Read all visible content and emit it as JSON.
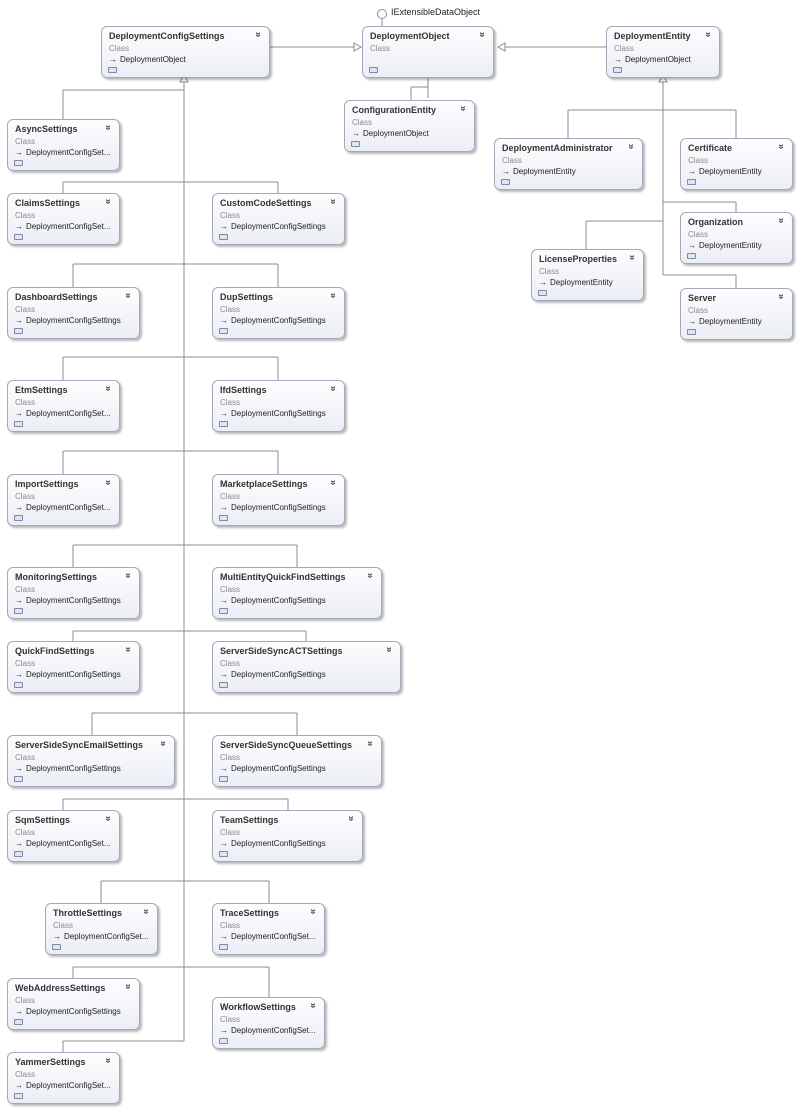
{
  "interface_label": "IExtensibleDataObject",
  "type_label": "Class",
  "classes": [
    {
      "name": "DeploymentConfigSettings",
      "base": "DeploymentObject"
    },
    {
      "name": "DeploymentObject",
      "base": ""
    },
    {
      "name": "DeploymentEntity",
      "base": "DeploymentObject"
    },
    {
      "name": "ConfigurationEntity",
      "base": "DeploymentObject"
    },
    {
      "name": "DeploymentAdministrator",
      "base": "DeploymentEntity"
    },
    {
      "name": "Certificate",
      "base": "DeploymentEntity"
    },
    {
      "name": "Organization",
      "base": "DeploymentEntity"
    },
    {
      "name": "LicenseProperties",
      "base": "DeploymentEntity"
    },
    {
      "name": "Server",
      "base": "DeploymentEntity"
    },
    {
      "name": "AsyncSettings",
      "base": "DeploymentConfigSet..."
    },
    {
      "name": "ClaimsSettings",
      "base": "DeploymentConfigSet..."
    },
    {
      "name": "CustomCodeSettings",
      "base": "DeploymentConfigSettings"
    },
    {
      "name": "DashboardSettings",
      "base": "DeploymentConfigSettings"
    },
    {
      "name": "DupSettings",
      "base": "DeploymentConfigSettings"
    },
    {
      "name": "EtmSettings",
      "base": "DeploymentConfigSet..."
    },
    {
      "name": "IfdSettings",
      "base": "DeploymentConfigSettings"
    },
    {
      "name": "ImportSettings",
      "base": "DeploymentConfigSet..."
    },
    {
      "name": "MarketplaceSettings",
      "base": "DeploymentConfigSettings"
    },
    {
      "name": "MonitoringSettings",
      "base": "DeploymentConfigSettings"
    },
    {
      "name": "MultiEntityQuickFindSettings",
      "base": "DeploymentConfigSettings"
    },
    {
      "name": "QuickFindSettings",
      "base": "DeploymentConfigSettings"
    },
    {
      "name": "ServerSideSyncACTSettings",
      "base": "DeploymentConfigSettings"
    },
    {
      "name": "ServerSideSyncEmailSettings",
      "base": "DeploymentConfigSettings"
    },
    {
      "name": "ServerSideSyncQueueSettings",
      "base": "DeploymentConfigSettings"
    },
    {
      "name": "SqmSettings",
      "base": "DeploymentConfigSet..."
    },
    {
      "name": "TeamSettings",
      "base": "DeploymentConfigSettings"
    },
    {
      "name": "ThrottleSettings",
      "base": "DeploymentConfigSet..."
    },
    {
      "name": "TraceSettings",
      "base": "DeploymentConfigSet..."
    },
    {
      "name": "WebAddressSettings",
      "base": "DeploymentConfigSettings"
    },
    {
      "name": "WorkflowSettings",
      "base": "DeploymentConfigSet..."
    },
    {
      "name": "YammerSettings",
      "base": "DeploymentConfigSet..."
    }
  ]
}
